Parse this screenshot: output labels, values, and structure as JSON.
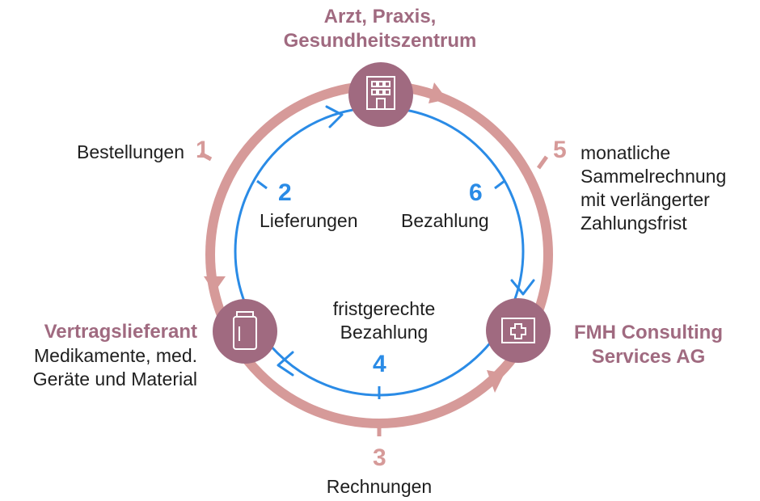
{
  "nodes": {
    "arzt": {
      "title_line1": "Arzt, Praxis,",
      "title_line2": "Gesundheitszentrum",
      "icon": "hospital-building-icon"
    },
    "fmh": {
      "title_line1": "FMH Consulting",
      "title_line2": "Services AG",
      "icon": "medical-kit-icon"
    },
    "lieferant": {
      "title": "Vertragslieferant",
      "desc_line1": "Medikamente, med.",
      "desc_line2": "Geräte und Material",
      "icon": "medicine-jar-icon"
    }
  },
  "flows": [
    {
      "number": "1",
      "label": "Bestellungen"
    },
    {
      "number": "2",
      "label": "Lieferungen"
    },
    {
      "number": "3",
      "label": "Rechnungen"
    },
    {
      "number": "4",
      "label_line1": "fristgerechte",
      "label_line2": "Bezahlung"
    },
    {
      "number": "5",
      "label_lines": [
        "monatliche",
        "Sammelrechnung",
        "mit verlängerter",
        "Zahlungsfrist"
      ]
    },
    {
      "number": "6",
      "label": "Bezahlung"
    }
  ],
  "colors": {
    "pink": "#d69a99",
    "blue": "#2a8be6",
    "node": "#a06a80",
    "text": "#1f1f1f"
  }
}
